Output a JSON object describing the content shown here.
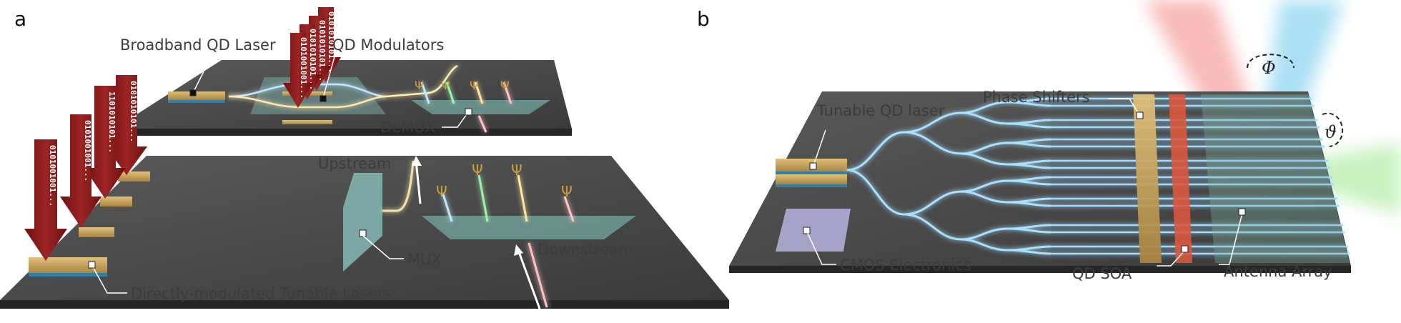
{
  "panel_a": {
    "letter": "a",
    "labels": {
      "broadband_laser": "Broadband QD Laser",
      "modulators": "QD Modulators",
      "demux": "DeMUX",
      "upstream": "Upstream",
      "mux": "MUX",
      "downstream": "Downstream",
      "tunable_lasers": "Directly-modulated Tunable Lasers"
    },
    "bit_strings": [
      "0101001001...",
      "1101010101...",
      "0101010101...",
      "0101001001..."
    ],
    "mod_bit_strings": [
      "0101010101...",
      "0101010101...",
      "0101010101...",
      "0101001001..."
    ]
  },
  "panel_b": {
    "letter": "b",
    "labels": {
      "tunable_laser": "Tunable QD laser",
      "phase_shifters": "Phase Shifters",
      "cmos": "CMOS Electronics",
      "soa": "QD SOA",
      "antenna": "Antenna Array"
    },
    "phi": "Φ",
    "theta": "ϑ"
  },
  "colors": {
    "chip": "#4a4a4a",
    "chip_dark": "#2e2e2e",
    "arrow": "#8b1a1a",
    "waveguide_glow": "#8fd3ff",
    "gold": "#c9a55a",
    "soa_red": "#d9583f"
  }
}
